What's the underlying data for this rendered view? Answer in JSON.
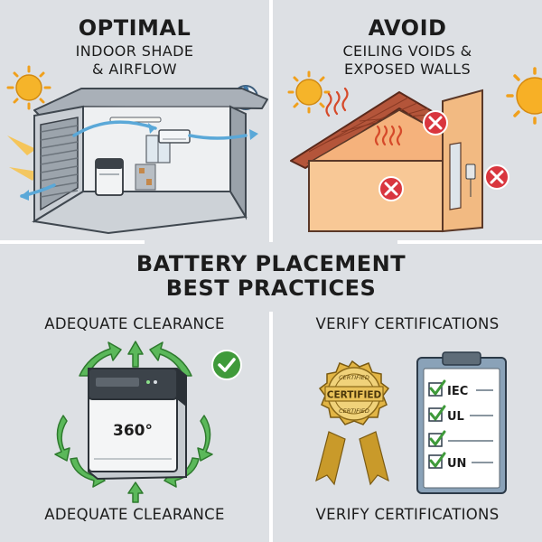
{
  "title": {
    "line1": "BATTERY PLACEMENT",
    "line2": "BEST PRACTICES"
  },
  "optimal": {
    "heading": "OPTIMAL",
    "sub_line1": "INDOOR SHADE",
    "sub_line2": "& AIRFLOW",
    "icons": [
      "sun-icon",
      "fan-icon",
      "garage-icon",
      "battery-icon",
      "air-conditioner-icon",
      "airflow-arrow-icon"
    ]
  },
  "avoid": {
    "heading": "AVOID",
    "sub_line1": "CEILING VOIDS &",
    "sub_line2": "EXPOSED WALLS",
    "icons": [
      "sun-icon",
      "house-icon",
      "heat-wave-icon",
      "red-x-icon"
    ]
  },
  "clearance": {
    "label_top": "ADEQUATE CLEARANCE",
    "label_bottom": "ADEQUATE CLEARANCE",
    "badge_text": "360°",
    "icons": [
      "battery-icon",
      "circular-arrow-icon",
      "check-icon"
    ]
  },
  "certifications": {
    "label_top": "VERIFY CERTIFICATIONS",
    "label_bottom": "VERIFY CERTIFICATIONS",
    "seal_text": "CERTIFIED",
    "seal_ring_top": "CERTIFIED",
    "seal_ring_bottom": "CERTIFIED",
    "checklist": [
      "IEC",
      "UL",
      "",
      "UN"
    ],
    "icons": [
      "seal-icon",
      "clipboard-icon",
      "checkbox-icon"
    ]
  },
  "colors": {
    "background": "#dde0e4",
    "check_green": "#3f9a3a",
    "x_red": "#d9363e",
    "sun": "#f5a623",
    "heat": "#f4a46a",
    "gold": "#d8a93a"
  }
}
